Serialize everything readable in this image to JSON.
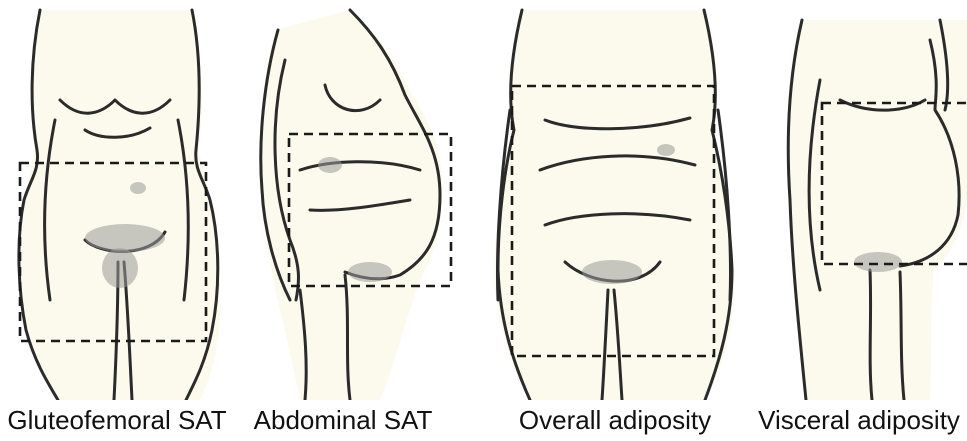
{
  "colors": {
    "background": "#ffffff",
    "skin": "#fbfaec",
    "outline": "#2b2b2b",
    "shading": "#9a9a9a",
    "box": "#1a1a1a",
    "caption": "#111111"
  },
  "captions": [
    "Gluteofemoral SAT",
    "Abdominal SAT",
    "Overall adiposity",
    "Visceral adiposity"
  ]
}
